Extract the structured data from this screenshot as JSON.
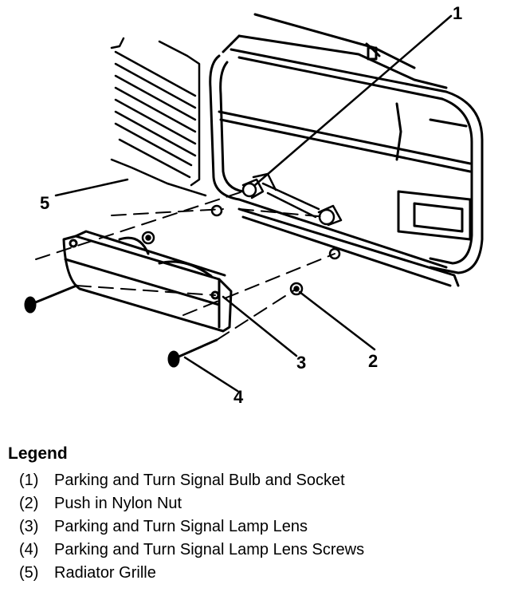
{
  "callouts": {
    "c1": "1",
    "c2": "2",
    "c3": "3",
    "c4": "4",
    "c5": "5"
  },
  "legend": {
    "title": "Legend",
    "items": [
      {
        "num": "(1)",
        "text": "Parking and Turn Signal Bulb and Socket"
      },
      {
        "num": "(2)",
        "text": "Push in Nylon Nut"
      },
      {
        "num": "(3)",
        "text": "Parking and Turn Signal Lamp Lens"
      },
      {
        "num": "(4)",
        "text": "Parking and Turn Signal Lamp Lens Screws"
      },
      {
        "num": "(5)",
        "text": "Radiator Grille"
      }
    ]
  }
}
